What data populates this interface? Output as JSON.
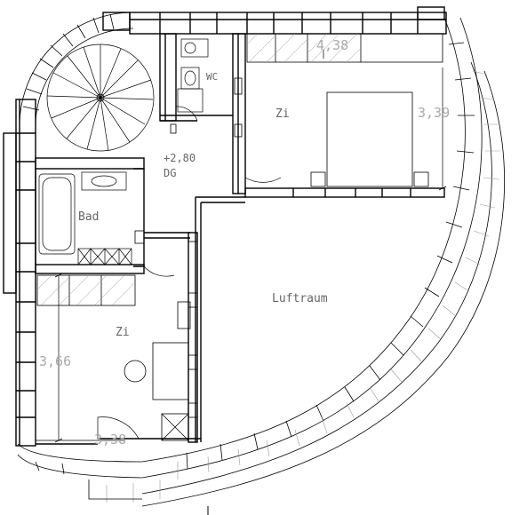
{
  "drawing": {
    "line_color": "#000000",
    "hatch_color": "#9a9a9a",
    "label_color": "#666666",
    "dimension_color": "#aaaaaa"
  },
  "labels": {
    "wc": "WC",
    "bedroom": "Zi",
    "level_mark": "+2,80",
    "floor": "DG",
    "bath": "Bad",
    "airspace": "Luftraum",
    "room_left": "Zi"
  },
  "dimensions": {
    "top": "4,38",
    "right": "3,39",
    "left_vertical": "3,66",
    "bottom": "3,38"
  }
}
